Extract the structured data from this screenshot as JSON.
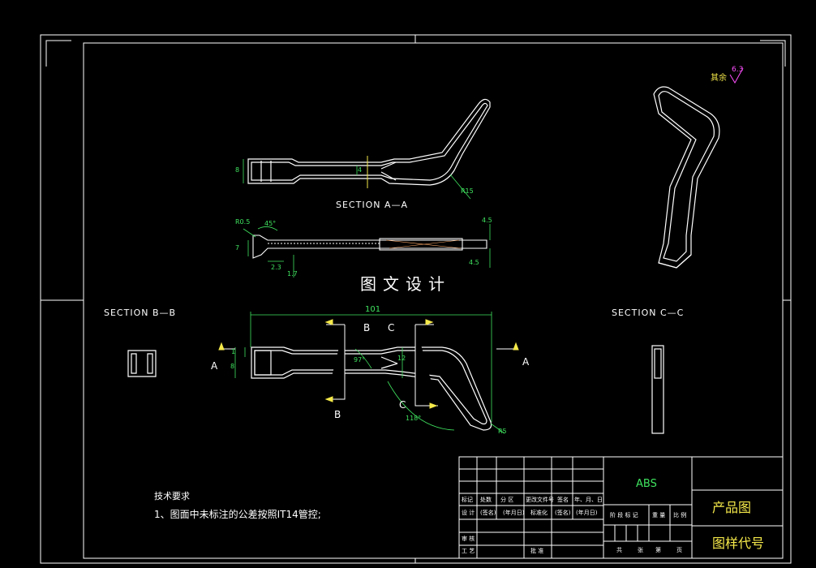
{
  "watermark": "图文设计",
  "sections": {
    "aa": "SECTION A—A",
    "bb": "SECTION B—B",
    "cc": "SECTION C—C"
  },
  "section_letters": {
    "a_left": "A",
    "a_right": "A",
    "b_top": "B",
    "b_bottom": "B",
    "c_top": "C",
    "c_mid": "C"
  },
  "dimensions": {
    "overall_length": "101",
    "top_height": "8",
    "top_slot": "4",
    "top_radius": "R15",
    "sec_r": "R0.5",
    "sec_angle": "45°",
    "sec_7": "7",
    "sec_2_3": "2.3",
    "sec_1_7": "1.7",
    "sec_4_5_top": "4.5",
    "sec_4_5_bot": "4.5",
    "main_1": "1",
    "main_8": "8",
    "main_97": "97°",
    "main_12": "12",
    "main_118": "118°",
    "main_r5": "R5"
  },
  "surface_finish": {
    "label": "其余",
    "value": "6.3"
  },
  "notes": {
    "title": "技术要求",
    "line1": "1、图面中未标注的公差按照IT14管控;"
  },
  "title_block": {
    "material": "ABS",
    "part_type": "产品图",
    "drawing_code": "图样代号",
    "row_labels_1": [
      "标记",
      "处数",
      "分 区",
      "更改文件号",
      "签名",
      "年、月、日"
    ],
    "row_labels_2": [
      "设 计",
      "(签名)",
      "(年月日)",
      "标准化",
      "(签名)",
      "(年月日)"
    ],
    "stage_labels": [
      "阶 段 标 记",
      "重 量",
      "比 例"
    ],
    "row_labels_3": [
      "审 核"
    ],
    "row_labels_4": [
      "工 艺",
      "批 准"
    ],
    "sheet_labels": [
      "共",
      "张",
      "第",
      "页"
    ]
  },
  "colors": {
    "outline": "#ffffff",
    "dimension": "#3fe35f",
    "arrow": "#f5e94a",
    "highlight": "#ff4fff",
    "frame": "#ffffff"
  }
}
